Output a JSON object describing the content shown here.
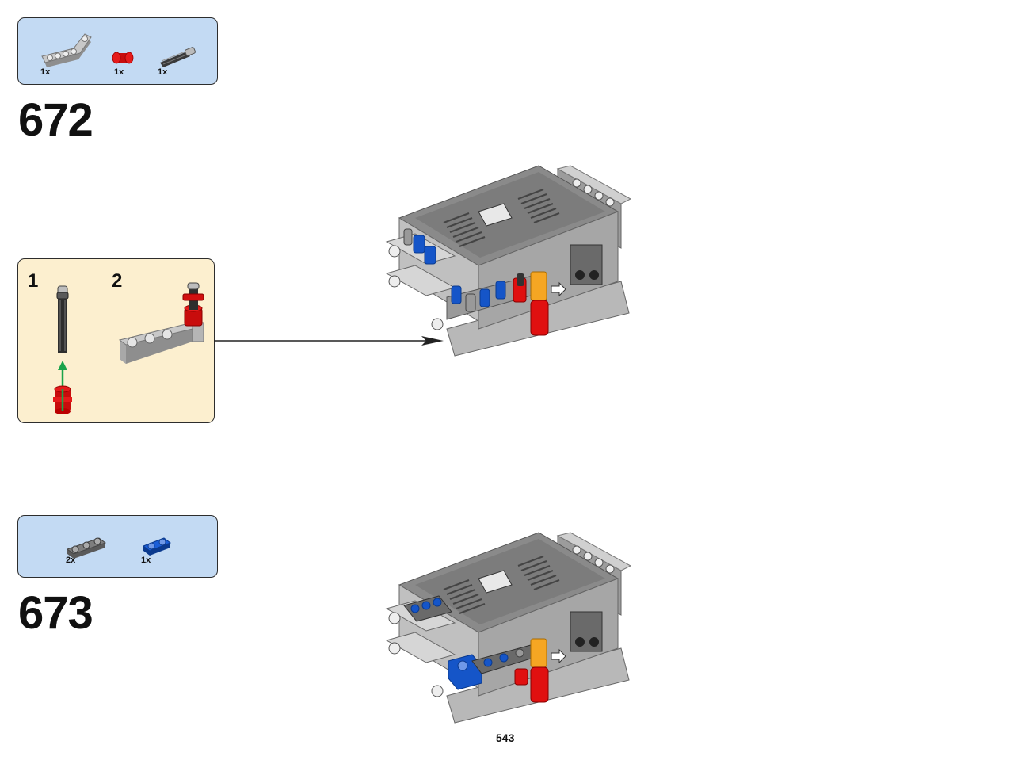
{
  "steps": [
    {
      "number": "672",
      "parts": [
        {
          "qty": "1x",
          "icon": "gray-l-beam-icon"
        },
        {
          "qty": "1x",
          "icon": "red-bush-icon"
        },
        {
          "qty": "1x",
          "icon": "dark-axle-pin-icon"
        }
      ],
      "subassembly": {
        "steps": [
          {
            "number": "1"
          },
          {
            "number": "2"
          }
        ]
      }
    },
    {
      "number": "673",
      "parts": [
        {
          "qty": "2x",
          "icon": "gray-beam-3-icon"
        },
        {
          "qty": "1x",
          "icon": "blue-beam-2-icon"
        }
      ]
    }
  ],
  "page_number": "543",
  "colors": {
    "parts_box": "#c3daf3",
    "subassembly_box": "#fcefcf",
    "arrow_green": "#1aa34a",
    "lego_gray": "#a0a0a0",
    "lego_red": "#e01010",
    "lego_blue": "#1555c8",
    "lego_orange": "#f5a623"
  }
}
